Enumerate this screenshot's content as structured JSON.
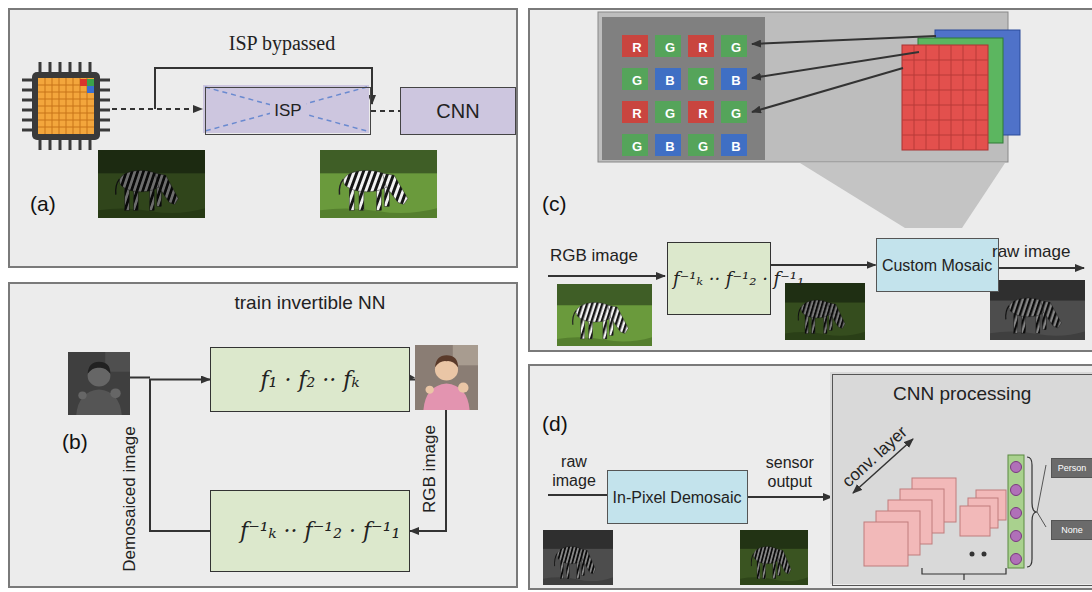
{
  "diagram": {
    "nodes": [
      {
        "text": [
          "(a)"
        ]
      },
      {
        "text": [
          "ISP"
        ],
        "in": 0
      },
      {
        "text": [
          "CNN"
        ],
        "in": 0
      },
      {
        "text": [
          "(b)"
        ]
      },
      {
        "text": [
          "f₁ · f₂ ·· fₖ"
        ],
        "in": 3
      },
      {
        "text": [
          "f⁻¹ₖ ·· f⁻¹₂ · f⁻¹₁"
        ],
        "in": 3
      },
      {
        "text": [
          "(c)"
        ]
      },
      {
        "text": [
          "f⁻¹ₖ ·· f⁻¹₂ · f⁻¹₁"
        ],
        "in": 6
      },
      {
        "text": [
          "Custom Mosaic"
        ],
        "in": 6
      },
      {
        "text": [
          "(d)"
        ]
      },
      {
        "text": [
          "In-Pixel Demosaic"
        ],
        "in": 9
      },
      {
        "text": [
          "CNN processing"
        ],
        "in": 9
      },
      {
        "text": [
          "Person"
        ],
        "in": 11
      },
      {
        "text": [
          "None"
        ],
        "in": 11
      }
    ],
    "edges": [
      {
        "from": 1,
        "to": 2,
        "arrow": "none"
      },
      {
        "from": 4,
        "to": 5,
        "arrow": "to"
      },
      {
        "from": 5,
        "to": 4,
        "arrow": "to"
      },
      {
        "from": 7,
        "to": 8,
        "arrow": "to"
      },
      {
        "from": 10,
        "to": 11,
        "arrow": "to",
        "label": "sensor output"
      }
    ],
    "labels": [
      "ISP bypassed",
      "train invertible NN",
      "Demosaiced image",
      "RGB image",
      "R",
      "G",
      "R",
      "G",
      "G",
      "B",
      "G",
      "B",
      "R",
      "G",
      "R",
      "G",
      "G",
      "B",
      "G",
      "B",
      "RGB image",
      "raw image",
      "raw image",
      "conv. layer"
    ]
  }
}
